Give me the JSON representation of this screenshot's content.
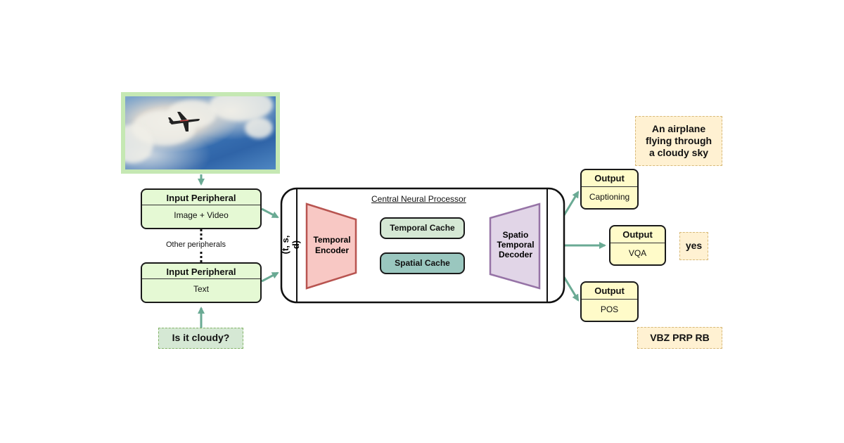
{
  "image_panel": {
    "icon": "airplane-photo"
  },
  "inputs": {
    "image_video": {
      "title": "Input Peripheral",
      "subtitle": "Image + Video"
    },
    "text": {
      "title": "Input Peripheral",
      "subtitle": "Text"
    },
    "other_label": "Other peripherals"
  },
  "question": "Is it cloudy?",
  "processor": {
    "title": "Central Neural Processor",
    "dims_label": "(t, s, d)",
    "encoder": "Temporal Encoder",
    "encoder_line1": "Temporal",
    "encoder_line2": "Encoder",
    "temporal_cache": "Temporal Cache",
    "spatial_cache": "Spatial Cache",
    "decoder_line1": "Spatio",
    "decoder_line2": "Temporal",
    "decoder_line3": "Decoder"
  },
  "outputs": [
    {
      "title": "Output",
      "subtitle": "Captioning"
    },
    {
      "title": "Output",
      "subtitle": "VQA"
    },
    {
      "title": "Output",
      "subtitle": "POS"
    }
  ],
  "answers": {
    "caption_line1": "An airplane",
    "caption_line2": "flying through",
    "caption_line3": "a cloudy sky",
    "vqa": "yes",
    "pos": "VBZ PRP RB"
  },
  "colors": {
    "arrow": "#6aaa94",
    "input_fill": "#e5f9d4",
    "output_fill": "#fffbc9",
    "encoder_fill": "#f8c8c4",
    "encoder_stroke": "#b85450",
    "decoder_fill": "#e1d5e7",
    "decoder_stroke": "#9673a6",
    "temporal_cache_fill": "#d5e8d4",
    "spatial_cache_fill": "#9ac7bf",
    "note_fill": "#fff1d2",
    "question_fill": "#d5e8d4"
  }
}
